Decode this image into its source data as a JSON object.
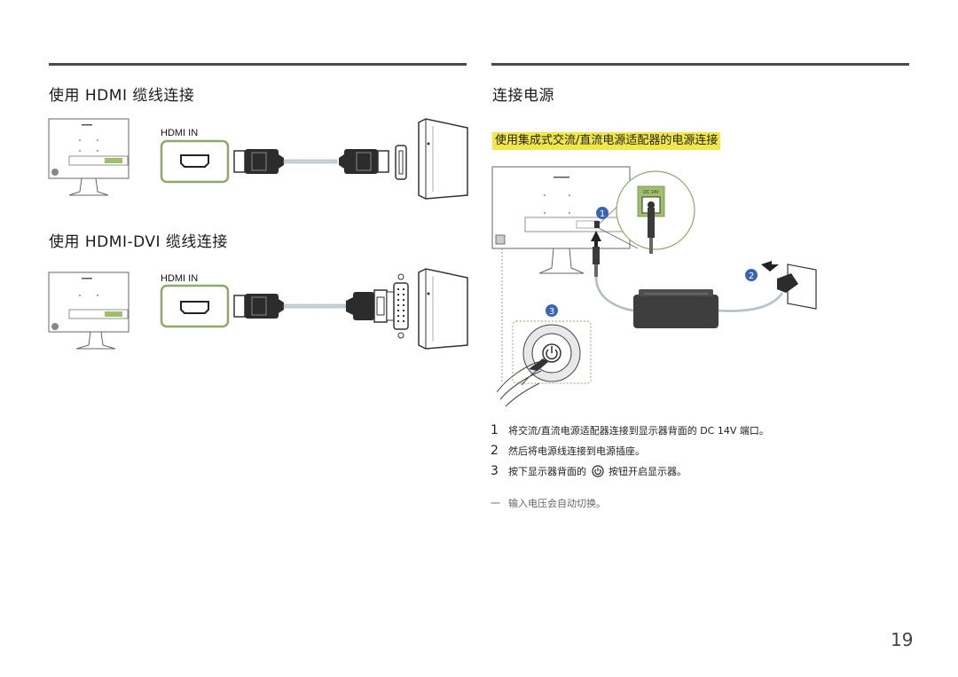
{
  "left": {
    "heading_hdmi": "使用 HDMI 缆线连接",
    "heading_hdmi_dvi": "使用 HDMI-DVI 缆线连接",
    "hdmi_in_label_1": "HDMI IN",
    "hdmi_in_label_2": "HDMI IN"
  },
  "right": {
    "heading_power": "连接电源",
    "subheading": "使用集成式交流/直流电源适配器的电源连接",
    "dc_label": "DC 14V",
    "callouts": [
      "1",
      "2",
      "3"
    ],
    "steps": [
      {
        "num": "1",
        "text": "将交流/直流电源适配器连接到显示器背面的 DC 14V 端口。"
      },
      {
        "num": "2",
        "text": "然后将电源线连接到电源插座。"
      },
      {
        "num": "3",
        "text_before": "按下显示器背面的",
        "text_after": "按钮开启显示器。"
      }
    ],
    "note": "输入电压会自动切换。",
    "note_dash": "一"
  },
  "page_number": "19",
  "colors": {
    "highlight": "#f2e64a",
    "port_green": "#8fa86a",
    "callout_blue": "#3a63b5",
    "rule": "#4a4a4a"
  },
  "icons": [
    "monitor-icon",
    "hdmi-port-icon",
    "hdmi-cable-icon",
    "dvi-connector-icon",
    "pc-tower-icon",
    "power-adapter-icon",
    "wall-outlet-icon",
    "power-button-icon",
    "hand-icon"
  ]
}
